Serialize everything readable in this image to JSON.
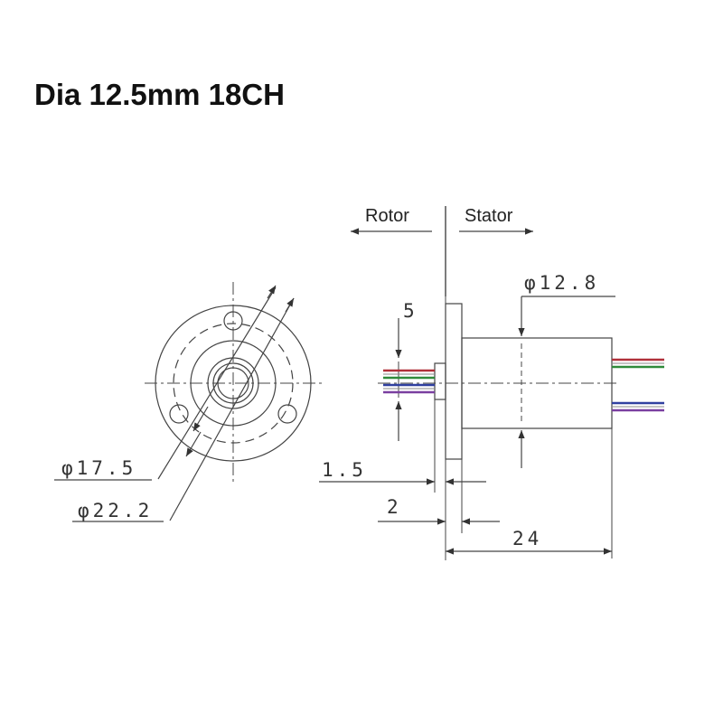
{
  "title": "Dia 12.5mm 18CH",
  "labels": {
    "rotor": "Rotor",
    "stator": "Stator"
  },
  "dimensions": {
    "dia_outer": "φ22.2",
    "dia_bolt_circle": "φ17.5",
    "dia_body": "φ12.8",
    "wire_pitch": "5",
    "flange_thickness": "1.5",
    "shaft_protrusion": "2",
    "body_length": "24"
  },
  "wire_colors": {
    "left": [
      "#b0303a",
      "#2f8a3a",
      "#3040a0",
      "#7a3fa0"
    ],
    "right_top": [
      "#b0303a",
      "#2f8a3a"
    ],
    "right_bottom": [
      "#3040a0",
      "#7a3fa0"
    ]
  }
}
